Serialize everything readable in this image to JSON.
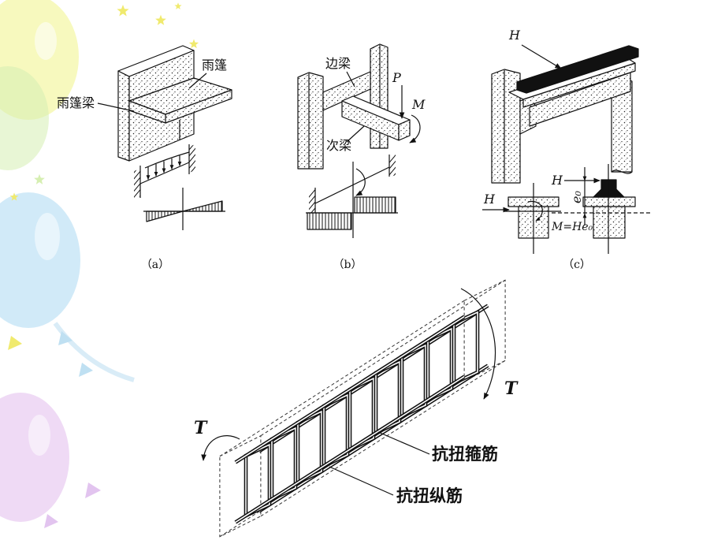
{
  "palette": {
    "ink": "#111111",
    "background": "#ffffff",
    "balloon_yellow": "#f4f6a2",
    "balloon_green": "#d6efb2",
    "balloon_blue": "#c2e3f6",
    "balloon_purple": "#e9cdf2",
    "star_yellow": "#f0ea6e",
    "confetti_blue": "#bfe0f2",
    "confetti_purple": "#e2c4ef"
  },
  "figure_a": {
    "canopy_label": "雨篷",
    "canopy_beam_label": "雨篷梁",
    "caption": "（a）"
  },
  "figure_b": {
    "edge_beam_label": "边梁",
    "secondary_beam_label": "次梁",
    "load_label": "P",
    "moment_label": "M",
    "caption": "（b）"
  },
  "figure_c": {
    "crane_force_label": "H",
    "section_force_label": "H",
    "rail_force_label": "H",
    "eccentricity_label": "e₀",
    "moment_formula": "M=He₀",
    "caption": "（c）"
  },
  "torsion_cage": {
    "torque_left_label": "T",
    "torque_right_label": "T",
    "stirrup_label": "抗扭箍筋",
    "longitudinal_bar_label": "抗扭纵筋"
  }
}
